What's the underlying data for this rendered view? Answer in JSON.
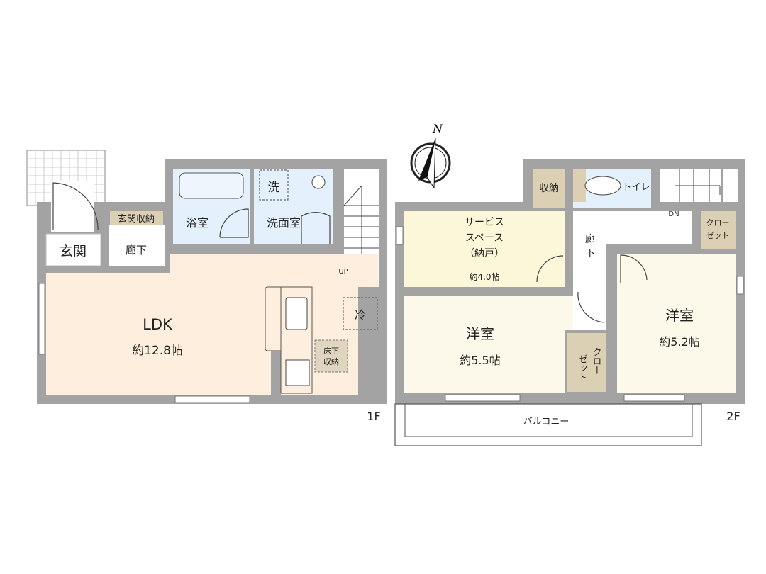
{
  "colors": {
    "wall": "#a3a3a3",
    "ldk": "#fdeedd",
    "wet_area": "#e4f0fb",
    "storage": "#dcd0b4",
    "service_space": "#fcf7d9",
    "western_room": "#fdf9ea"
  },
  "compass": {
    "north_label": "N"
  },
  "floor1": {
    "label": "1F",
    "rooms": {
      "entrance": "玄関",
      "entrance_storage": "玄関収納",
      "hallway": "廊下",
      "bathroom": "浴室",
      "washroom": "洗面室",
      "washer": "洗",
      "ldk_name": "LDK",
      "ldk_size": "約12.8帖",
      "fridge": "冷",
      "underfloor_storage_line1": "床下",
      "underfloor_storage_line2": "収納",
      "stairs_dir": "UP"
    }
  },
  "floor2": {
    "label": "2F",
    "rooms": {
      "storage": "収納",
      "toilet": "トイレ",
      "service_line1": "サービス",
      "service_line2": "スペース",
      "service_line3": "（納戸）",
      "service_size": "約4.0帖",
      "hallway_line1": "廊",
      "hallway_line2": "下",
      "closet_a_line1": "クロー",
      "closet_a_line2": "ゼット",
      "closet_b_col1": "クロー",
      "closet_b_col2": "ゼット",
      "room1_name": "洋室",
      "room1_size": "約5.5帖",
      "room2_name": "洋室",
      "room2_size": "約5.2帖",
      "balcony": "バルコニー",
      "stairs_dir": "DN"
    }
  }
}
